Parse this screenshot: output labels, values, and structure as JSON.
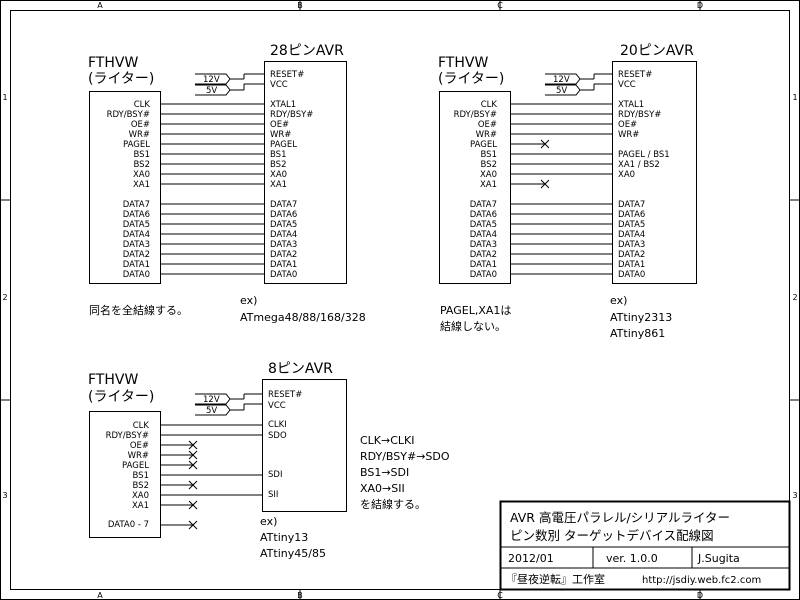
{
  "grid": {
    "columns": [
      "A",
      "B",
      "C",
      "D"
    ],
    "rows": [
      "1",
      "2",
      "3"
    ]
  },
  "fthvw": {
    "name": "FTHVW",
    "sub": "(ライター)"
  },
  "chip28": {
    "title": "28ピンAVR",
    "writer_pins": [
      "CLK",
      "RDY/BSY#",
      "OE#",
      "WR#",
      "PAGEL",
      "BS1",
      "BS2",
      "XA0",
      "XA1",
      "DATA7",
      "DATA6",
      "DATA5",
      "DATA4",
      "DATA3",
      "DATA2",
      "DATA1",
      "DATA0"
    ],
    "avr_pins": [
      "RESET#",
      "VCC",
      "XTAL1",
      "RDY/BSY#",
      "OE#",
      "WR#",
      "PAGEL",
      "BS1",
      "BS2",
      "XA0",
      "XA1",
      "DATA7",
      "DATA6",
      "DATA5",
      "DATA4",
      "DATA3",
      "DATA2",
      "DATA1",
      "DATA0"
    ],
    "note": "同名を全結線する。",
    "ex": "ex)",
    "devices": [
      "ATmega48/88/168/328"
    ]
  },
  "chip20": {
    "title": "20ピンAVR",
    "writer_pins": [
      "CLK",
      "RDY/BSY#",
      "OE#",
      "WR#",
      "PAGEL",
      "BS1",
      "BS2",
      "XA0",
      "XA1",
      "DATA7",
      "DATA6",
      "DATA5",
      "DATA4",
      "DATA3",
      "DATA2",
      "DATA1",
      "DATA0"
    ],
    "avr_pins": [
      "RESET#",
      "VCC",
      "XTAL1",
      "RDY/BSY#",
      "OE#",
      "WR#",
      "PAGEL / BS1",
      "XA1 / BS2",
      "XA0",
      "DATA7",
      "DATA6",
      "DATA5",
      "DATA4",
      "DATA3",
      "DATA2",
      "DATA1",
      "DATA0"
    ],
    "note": [
      "PAGEL,XA1は",
      "結線しない。"
    ],
    "ex": "ex)",
    "devices": [
      "ATtiny2313",
      "ATtiny861"
    ]
  },
  "chip8": {
    "title": "8ピンAVR",
    "writer_pins": [
      "CLK",
      "RDY/BSY#",
      "OE#",
      "WR#",
      "PAGEL",
      "BS1",
      "BS2",
      "XA0",
      "XA1",
      "DATA0 - 7"
    ],
    "avr_pins": [
      "RESET#",
      "VCC",
      "CLKI",
      "SDO",
      "SDI",
      "SII"
    ],
    "mapping": [
      "CLK→CLKI",
      "RDY/BSY#→SDO",
      "BS1→SDI",
      "XA0→SII",
      "を結線する。"
    ],
    "ex": "ex)",
    "devices": [
      "ATtiny13",
      "ATtiny45/85"
    ]
  },
  "supply": {
    "v12": "12V",
    "v5": "5V"
  },
  "title_block": {
    "line1": "AVR 高電圧パラレル/シリアルライター",
    "line2": "ピン数別 ターゲットデバイス配線図",
    "date": "2012/01",
    "version": "ver. 1.0.0",
    "author": "J.Sugita",
    "site": "『昼夜逆転』工作室",
    "url": "http://jsdiy.web.fc2.com"
  }
}
